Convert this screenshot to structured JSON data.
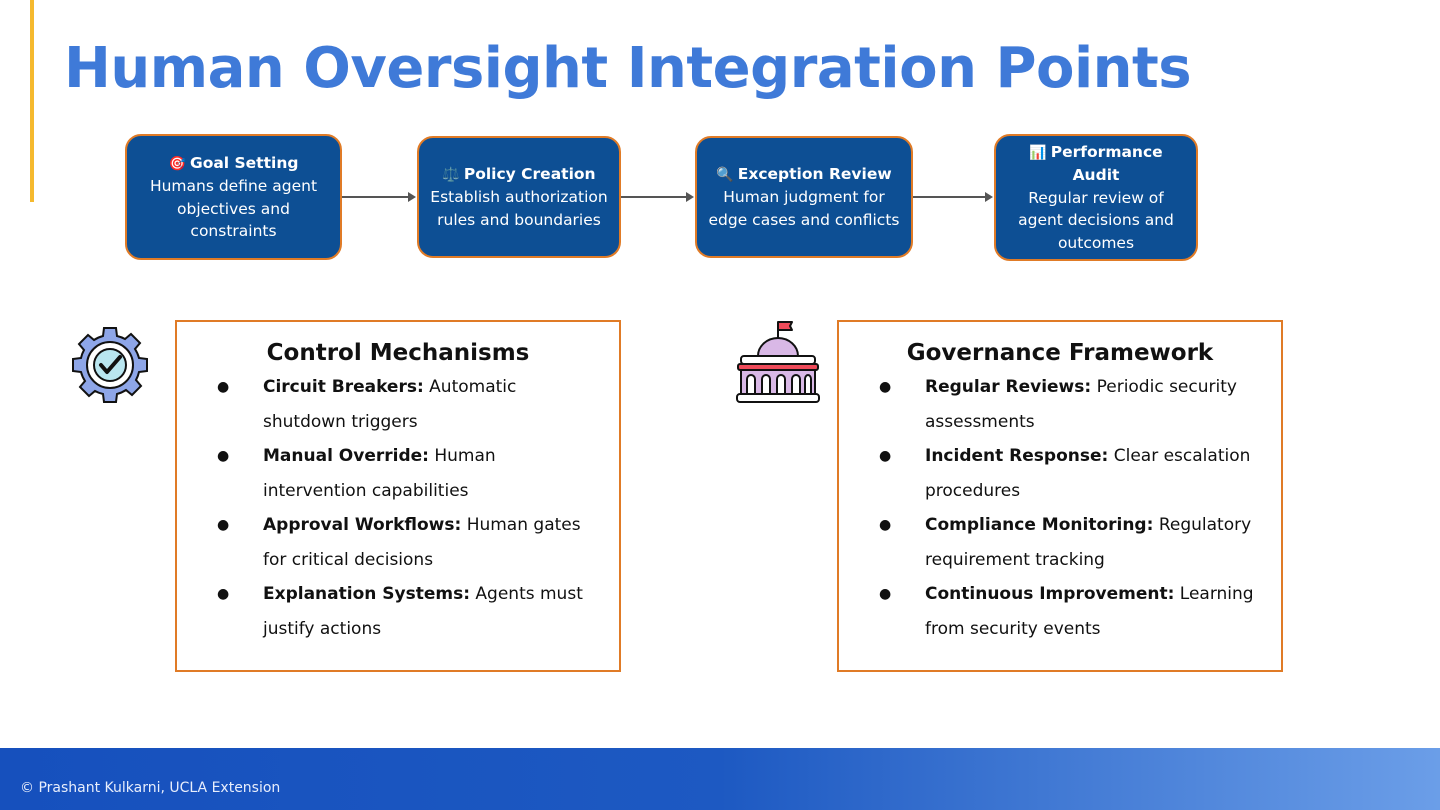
{
  "slide": {
    "title": "Human Oversight Integration Points",
    "footer": "© Prashant Kulkarni, UCLA Extension"
  },
  "flow": {
    "steps": [
      {
        "emoji": "🎯",
        "title": "Goal Setting",
        "desc": "Humans define agent objectives and constraints"
      },
      {
        "emoji": "⚖️",
        "title": "Policy Creation",
        "desc": "Establish authorization rules and boundaries"
      },
      {
        "emoji": "🔍",
        "title": "Exception Review",
        "desc": "Human judgment for edge cases and conflicts"
      },
      {
        "emoji": "📊",
        "title": "Performance Audit",
        "desc": "Regular review of agent decisions and outcomes"
      }
    ]
  },
  "control": {
    "heading": "Control Mechanisms",
    "icon": "gear-check-icon",
    "items": [
      {
        "term": "Circuit Breakers:",
        "text": "Automatic shutdown triggers"
      },
      {
        "term": "Manual Override:",
        "text": "Human intervention capabilities"
      },
      {
        "term": "Approval Workflows:",
        "text": "Human gates for critical decisions"
      },
      {
        "term": "Explanation Systems:",
        "text": "Agents must justify actions"
      }
    ]
  },
  "governance": {
    "heading": "Governance Framework",
    "icon": "government-building-icon",
    "items": [
      {
        "term": "Regular Reviews:",
        "text": "Periodic security assessments"
      },
      {
        "term": "Incident Response:",
        "text": "Clear escalation procedures"
      },
      {
        "term": "Compliance Monitoring:",
        "text": "Regulatory requirement tracking"
      },
      {
        "term": "Continuous Improvement:",
        "text": "Learning from security events"
      }
    ]
  },
  "colors": {
    "title": "#3f7ad8",
    "box_fill": "#0d4f94",
    "box_border": "#e07b26",
    "accent": "#f5b92e",
    "footer_start": "#1650bd",
    "footer_end": "#6b9ee8"
  }
}
